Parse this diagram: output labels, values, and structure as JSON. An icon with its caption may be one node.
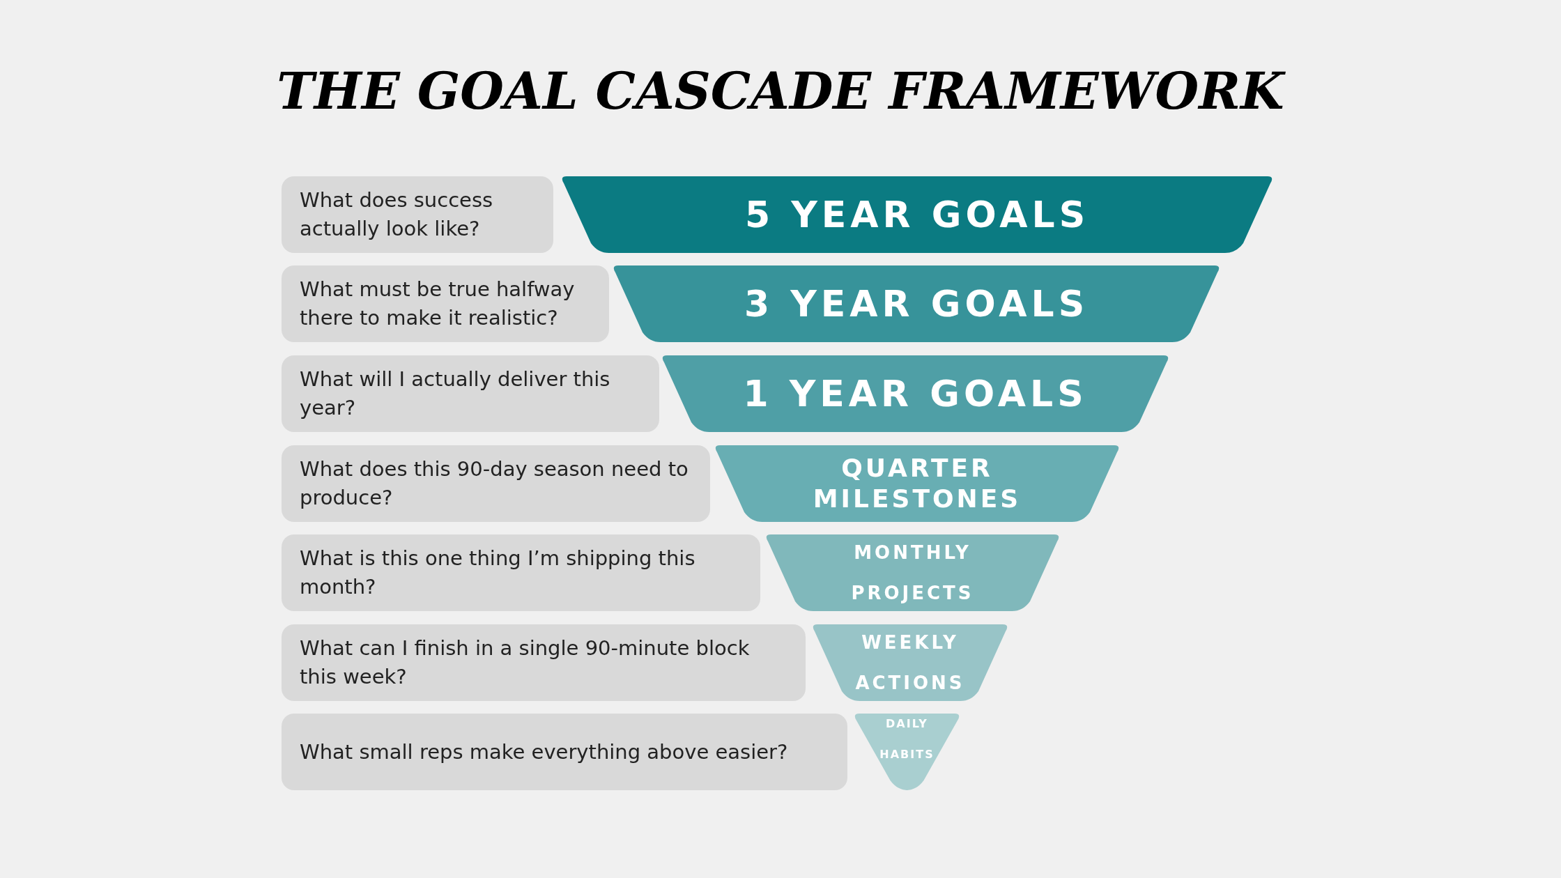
{
  "diagram": {
    "title": "THE GOAL CASCADE FRAMEWORK",
    "nodes": [
      {
        "text": [
          "What does success actually look like?"
        ]
      },
      {
        "text": [
          "5 YEAR GOALS"
        ]
      },
      {
        "text": [
          "What must be true halfway there to make it realistic?"
        ]
      },
      {
        "text": [
          "3 YEAR GOALS"
        ]
      },
      {
        "text": [
          "What will I actually deliver this year?"
        ]
      },
      {
        "text": [
          "1 YEAR GOALS"
        ]
      },
      {
        "text": [
          "What does this 90-day season need to produce?"
        ]
      },
      {
        "text": [
          "QUARTER MILESTONES"
        ]
      },
      {
        "text": [
          "What is this one thing I’m shipping this month?"
        ]
      },
      {
        "text": [
          "MONTHLY PROJECTS"
        ]
      },
      {
        "text": [
          "What can I finish in a single 90-minute block this week?"
        ]
      },
      {
        "text": [
          "WEEKLY ACTIONS"
        ]
      },
      {
        "text": [
          "What small reps make everything above easier?"
        ]
      },
      {
        "text": [
          "DAILY HABITS"
        ]
      }
    ]
  }
}
